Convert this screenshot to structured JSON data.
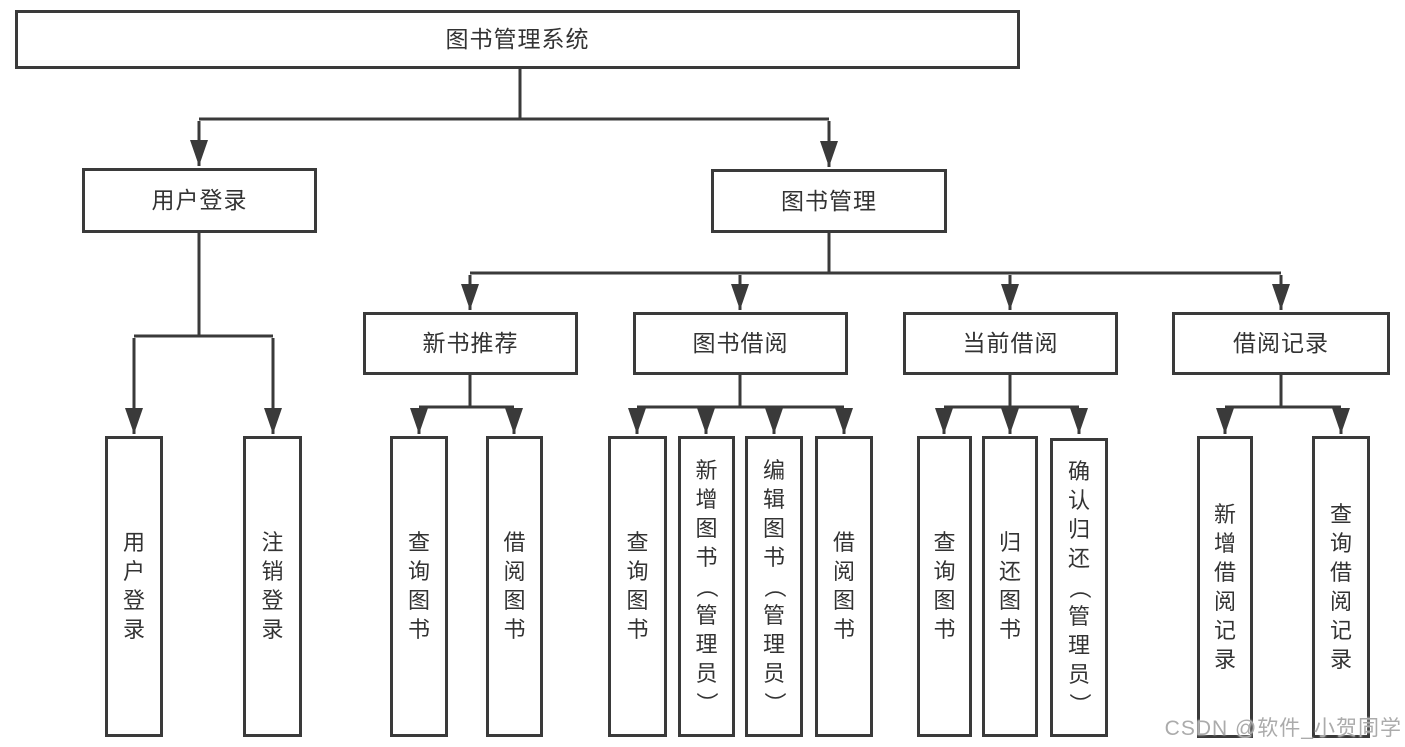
{
  "watermark": "CSDN @软件_小贺同学",
  "colors": {
    "line": "#3a3a3a",
    "text": "#333333",
    "watermark": "#ababab",
    "background": "#ffffff"
  },
  "tree": {
    "label": "图书管理系统",
    "children": [
      {
        "label": "用户登录",
        "children": [
          {
            "label": "用户登录"
          },
          {
            "label": "注销登录"
          }
        ]
      },
      {
        "label": "图书管理",
        "children": [
          {
            "label": "新书推荐",
            "children": [
              {
                "label": "查询图书"
              },
              {
                "label": "借阅图书"
              }
            ]
          },
          {
            "label": "图书借阅",
            "children": [
              {
                "label": "查询图书"
              },
              {
                "label": "新增图书（管理员）"
              },
              {
                "label": "编辑图书（管理员）"
              },
              {
                "label": "借阅图书"
              }
            ]
          },
          {
            "label": "当前借阅",
            "children": [
              {
                "label": "查询图书"
              },
              {
                "label": "归还图书"
              },
              {
                "label": "确认归还（管理员）"
              }
            ]
          },
          {
            "label": "借阅记录",
            "children": [
              {
                "label": "新增借阅记录"
              },
              {
                "label": "查询借阅记录"
              }
            ]
          }
        ]
      }
    ]
  }
}
